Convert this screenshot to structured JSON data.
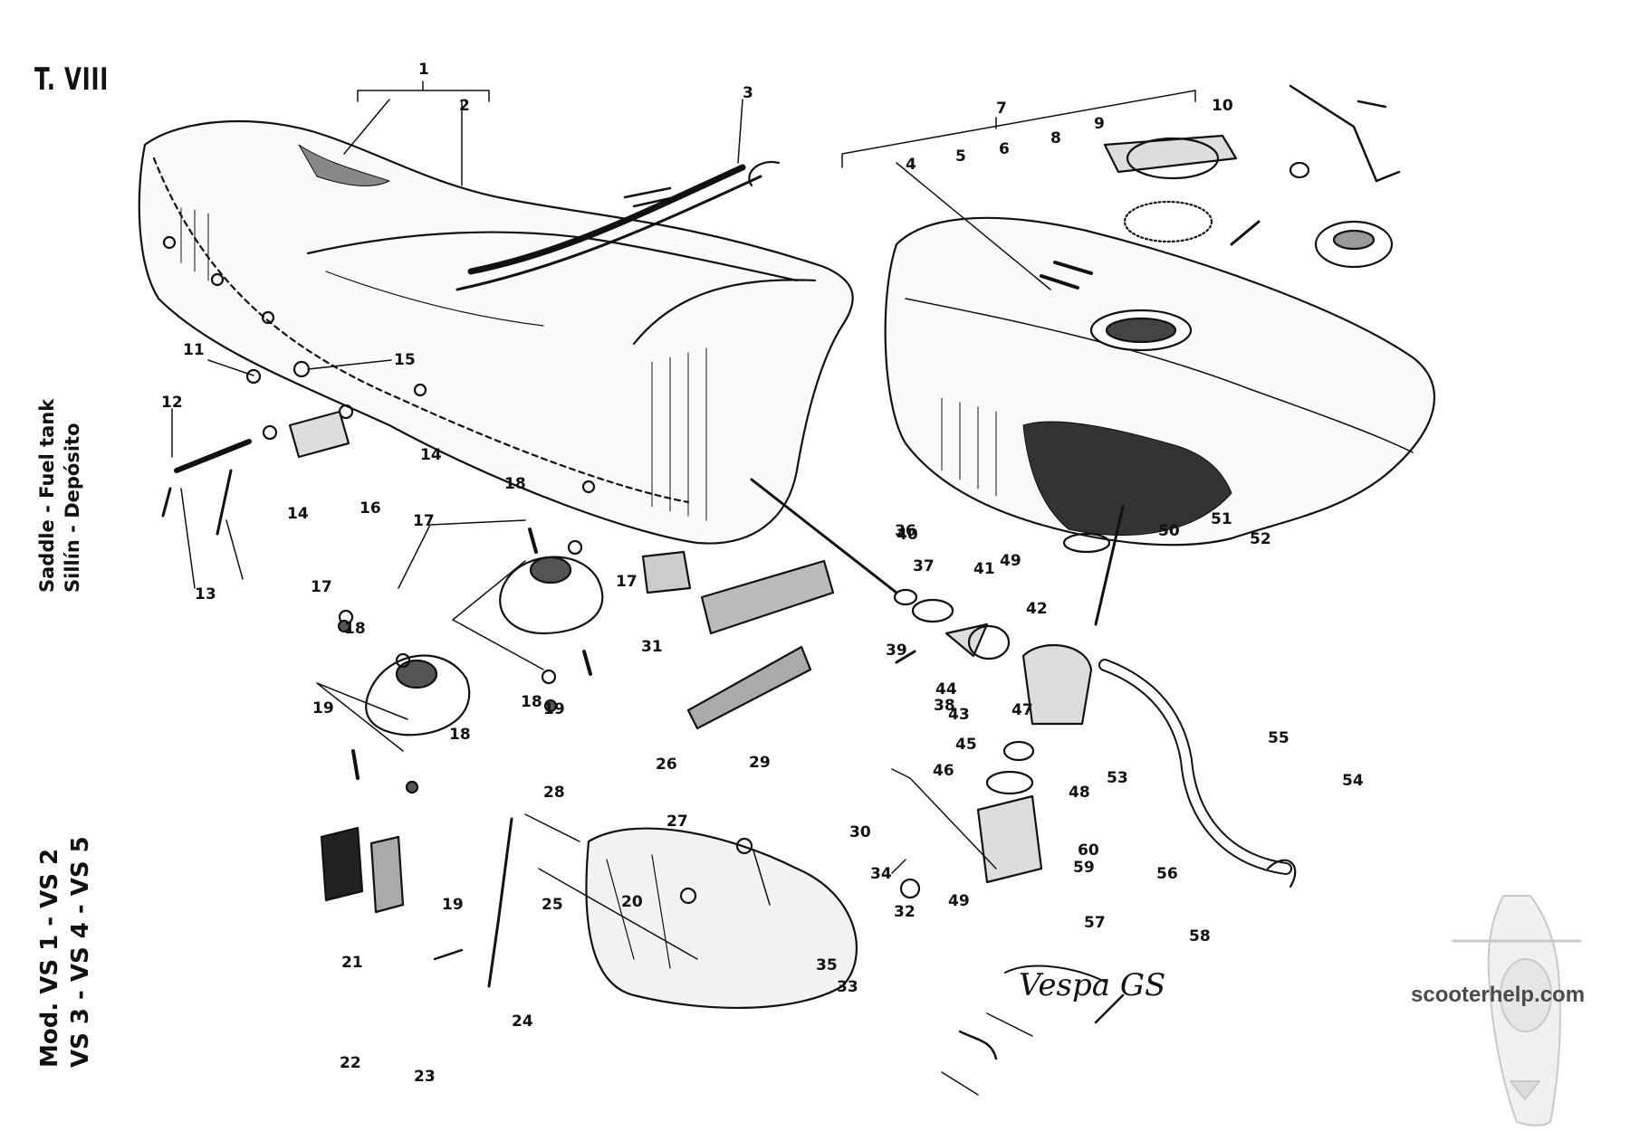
{
  "plate": {
    "title": "T. VIII",
    "caption_line1": "Saddle - Fuel tank",
    "caption_line2": "Sillín - Depósito",
    "model_line1": "Mod. VS 1 - VS 2",
    "model_line2": "VS 3 - VS 4 - VS 5",
    "watermark": "scooterhelp.com",
    "badge_text": "Vespa GS"
  },
  "callouts": [
    "1",
    "2",
    "3",
    "4",
    "5",
    "6",
    "7",
    "8",
    "9",
    "10",
    "11",
    "12",
    "13",
    "14",
    "14",
    "15",
    "16",
    "17",
    "17",
    "17",
    "18",
    "18",
    "18",
    "18",
    "19",
    "19",
    "19",
    "20",
    "21",
    "22",
    "23",
    "24",
    "25",
    "26",
    "27",
    "28",
    "29",
    "30",
    "31",
    "32",
    "33",
    "34",
    "35",
    "36",
    "37",
    "38",
    "39",
    "40",
    "41",
    "42",
    "43",
    "44",
    "45",
    "46",
    "47",
    "48",
    "49",
    "49",
    "50",
    "51",
    "52",
    "53",
    "54",
    "55",
    "56",
    "57",
    "58",
    "59",
    "60"
  ],
  "colors": {
    "ink": "#111111",
    "paper": "#ffffff",
    "watermark": "#4a4a4a"
  }
}
